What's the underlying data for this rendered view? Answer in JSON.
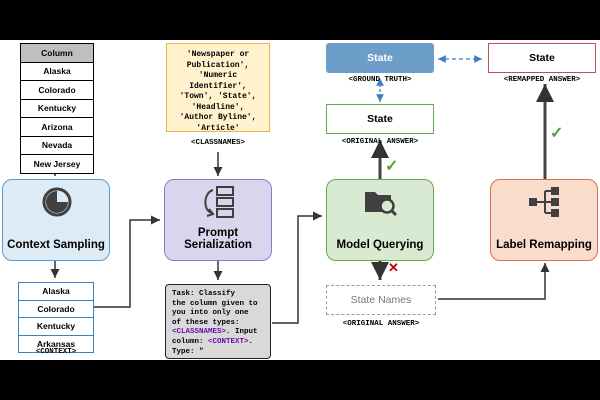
{
  "column_table": {
    "header": "Column",
    "rows": [
      "Alaska",
      "Colorado",
      "Kentucky",
      "Arizona",
      "Nevada",
      "New Jersey"
    ]
  },
  "context_table": {
    "rows": [
      "Alaska",
      "Colorado",
      "Kentucky",
      "Arkansas"
    ],
    "caption": "<CONTEXT>"
  },
  "stages": {
    "context_sampling": "Context Sampling",
    "prompt_serialization": "Prompt Serialization",
    "model_querying": "Model Querying",
    "label_remapping": "Label Remapping"
  },
  "classnames": {
    "lines": [
      "'Newspaper or",
      "Publication',",
      "'Numeric",
      "Identifier',",
      "'Town', 'State',",
      "'Headline',",
      "'Author Byline',",
      "'Article'"
    ],
    "caption": "<CLASSNAMES>"
  },
  "task": {
    "part1": "Task: Classify\nthe column given to\nyou into only one\nof these types:\n",
    "token1": "<CLASSNAMES>",
    "part2": ". Input\ncolumn: ",
    "token2": "<CONTEXT>",
    "part3": ".\nType: \""
  },
  "state_ground_truth": {
    "label": "State",
    "caption": "<GROUND TRUTH>"
  },
  "state_original": {
    "label": "State",
    "caption": "<ORIGINAL ANSWER>"
  },
  "state_remapped": {
    "label": "State",
    "caption": "<REMAPPED ANSWER>"
  },
  "state_names": {
    "label": "State Names",
    "caption": "<ORIGINAL ANSWER>"
  },
  "marks": {
    "check": "✓",
    "cross": "✕"
  },
  "colors": {
    "context_sampling_fill": "#ddebf7",
    "context_sampling_border": "#5b9bd5",
    "prompt_fill": "#d9d5ec",
    "prompt_border": "#8e7cc3",
    "model_fill": "#d9ead3",
    "model_border": "#6aa84f",
    "label_fill": "#f9dccb",
    "label_border": "#e06c4c",
    "ground_truth_fill": "#6d9eca",
    "remapped_border": "#c0504d",
    "check": "#5a9e3a",
    "cross": "#c00000"
  }
}
